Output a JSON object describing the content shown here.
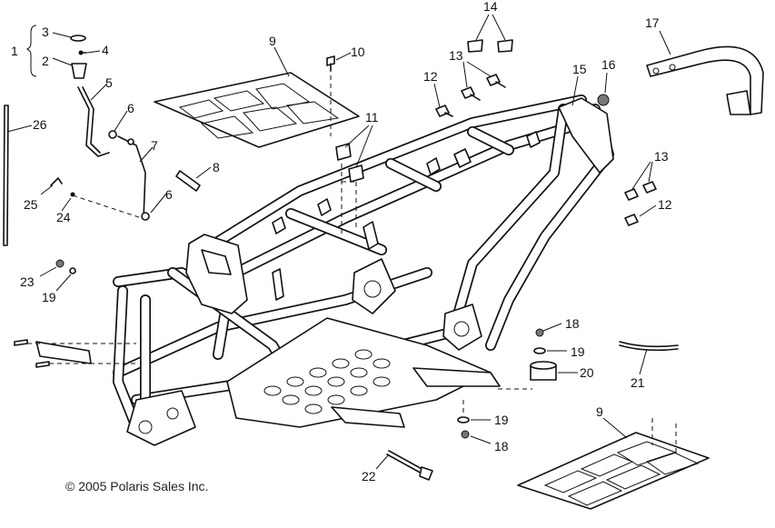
{
  "copyright": "© 2005 Polaris Sales Inc.",
  "callouts": {
    "c1": "1",
    "c2": "2",
    "c3": "3",
    "c4": "4",
    "c5": "5",
    "c6a": "6",
    "c6b": "6",
    "c7": "7",
    "c8": "8",
    "c9a": "9",
    "c9b": "9",
    "c10": "10",
    "c11": "11",
    "c12a": "12",
    "c12b": "12",
    "c13a": "13",
    "c13b": "13",
    "c14": "14",
    "c15": "15",
    "c16": "16",
    "c17": "17",
    "c18a": "18",
    "c18b": "18",
    "c19a": "19",
    "c19b": "19",
    "c19c": "19",
    "c20": "20",
    "c21": "21",
    "c22": "22",
    "c23": "23",
    "c24": "24",
    "c25": "25",
    "c26": "26"
  }
}
